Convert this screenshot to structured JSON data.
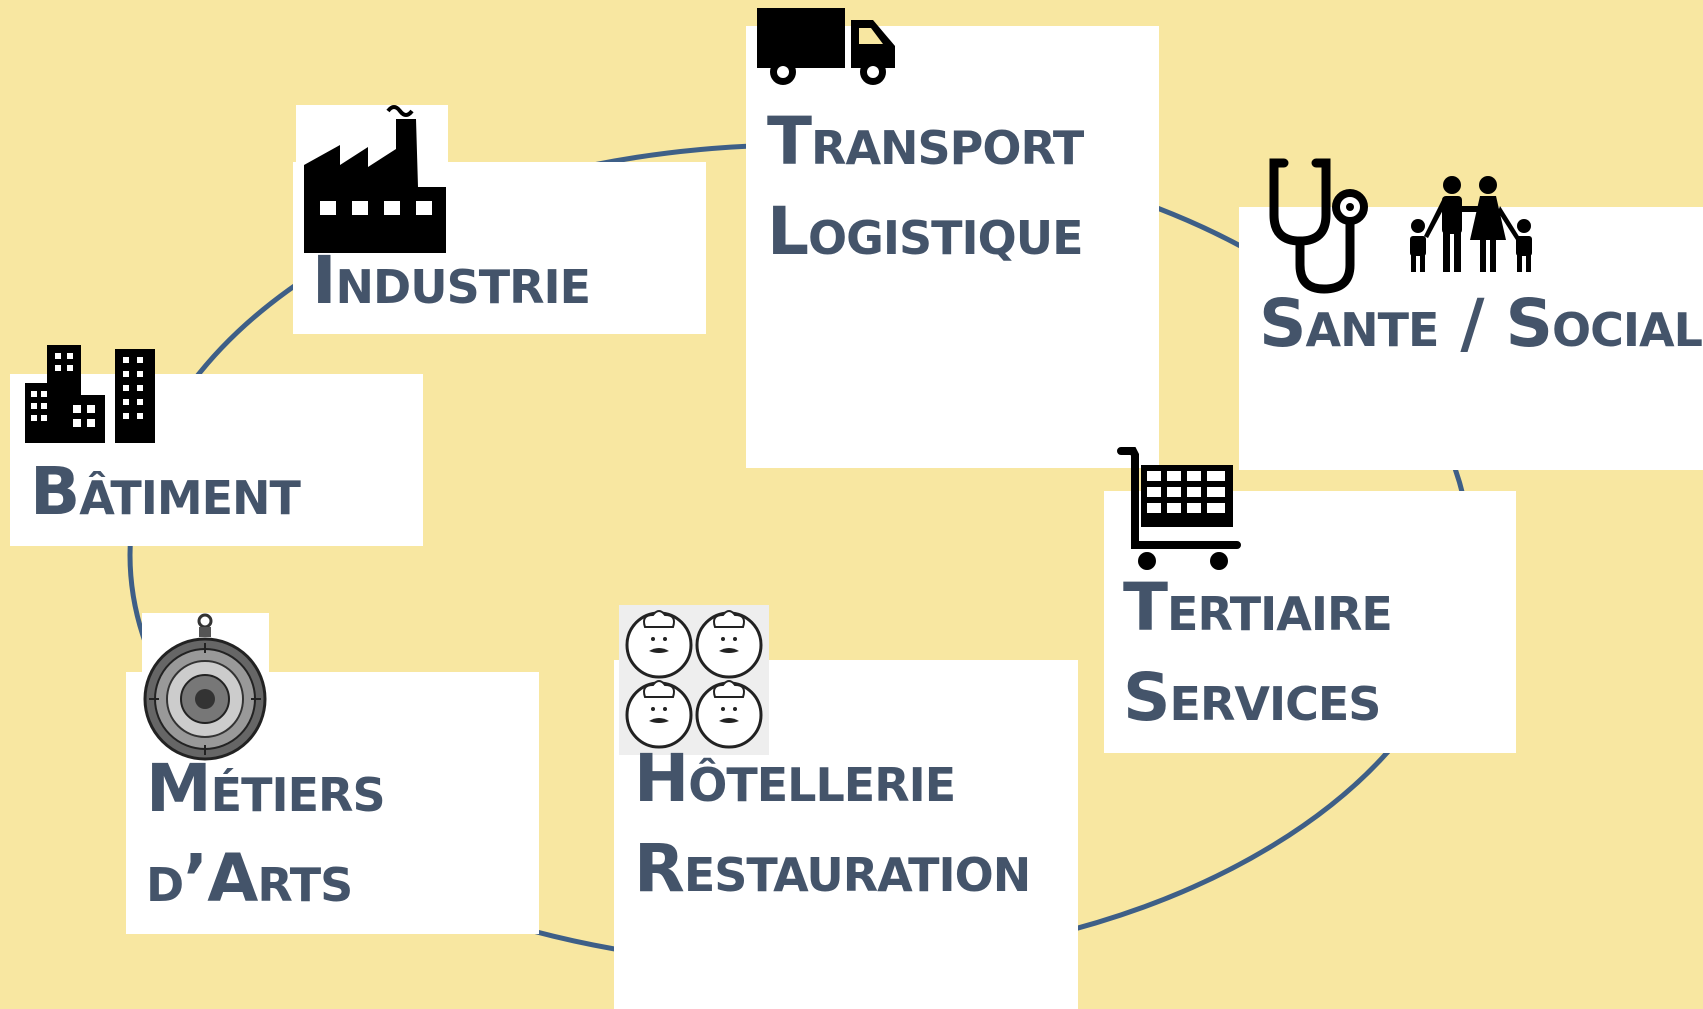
{
  "diagram": {
    "sectors": [
      {
        "id": "transport",
        "lines": [
          "Transport",
          "Logistique"
        ],
        "icon": "truck-icon"
      },
      {
        "id": "sante",
        "lines": [
          "Sante / Social"
        ],
        "icons": [
          "stethoscope-icon",
          "family-icon"
        ]
      },
      {
        "id": "tertiaire",
        "lines": [
          "Tertiaire",
          "Services"
        ],
        "icon": "shopping-cart-icon"
      },
      {
        "id": "hotellerie",
        "lines": [
          "Hôtellerie",
          "Restauration"
        ],
        "icon": "chefs-icon"
      },
      {
        "id": "metiers",
        "lines": [
          "Métiers",
          "d’Arts"
        ],
        "icon": "ornate-watch-icon"
      },
      {
        "id": "batiment",
        "lines": [
          "Bâtiment"
        ],
        "icon": "buildings-icon"
      },
      {
        "id": "industrie",
        "lines": [
          "Industrie"
        ],
        "icon": "factory-icon"
      }
    ]
  },
  "colors": {
    "background": "#f8e7a1",
    "ring": "#3e5f87",
    "text": "#44546a",
    "card": "#ffffff",
    "icon": "#000000"
  }
}
